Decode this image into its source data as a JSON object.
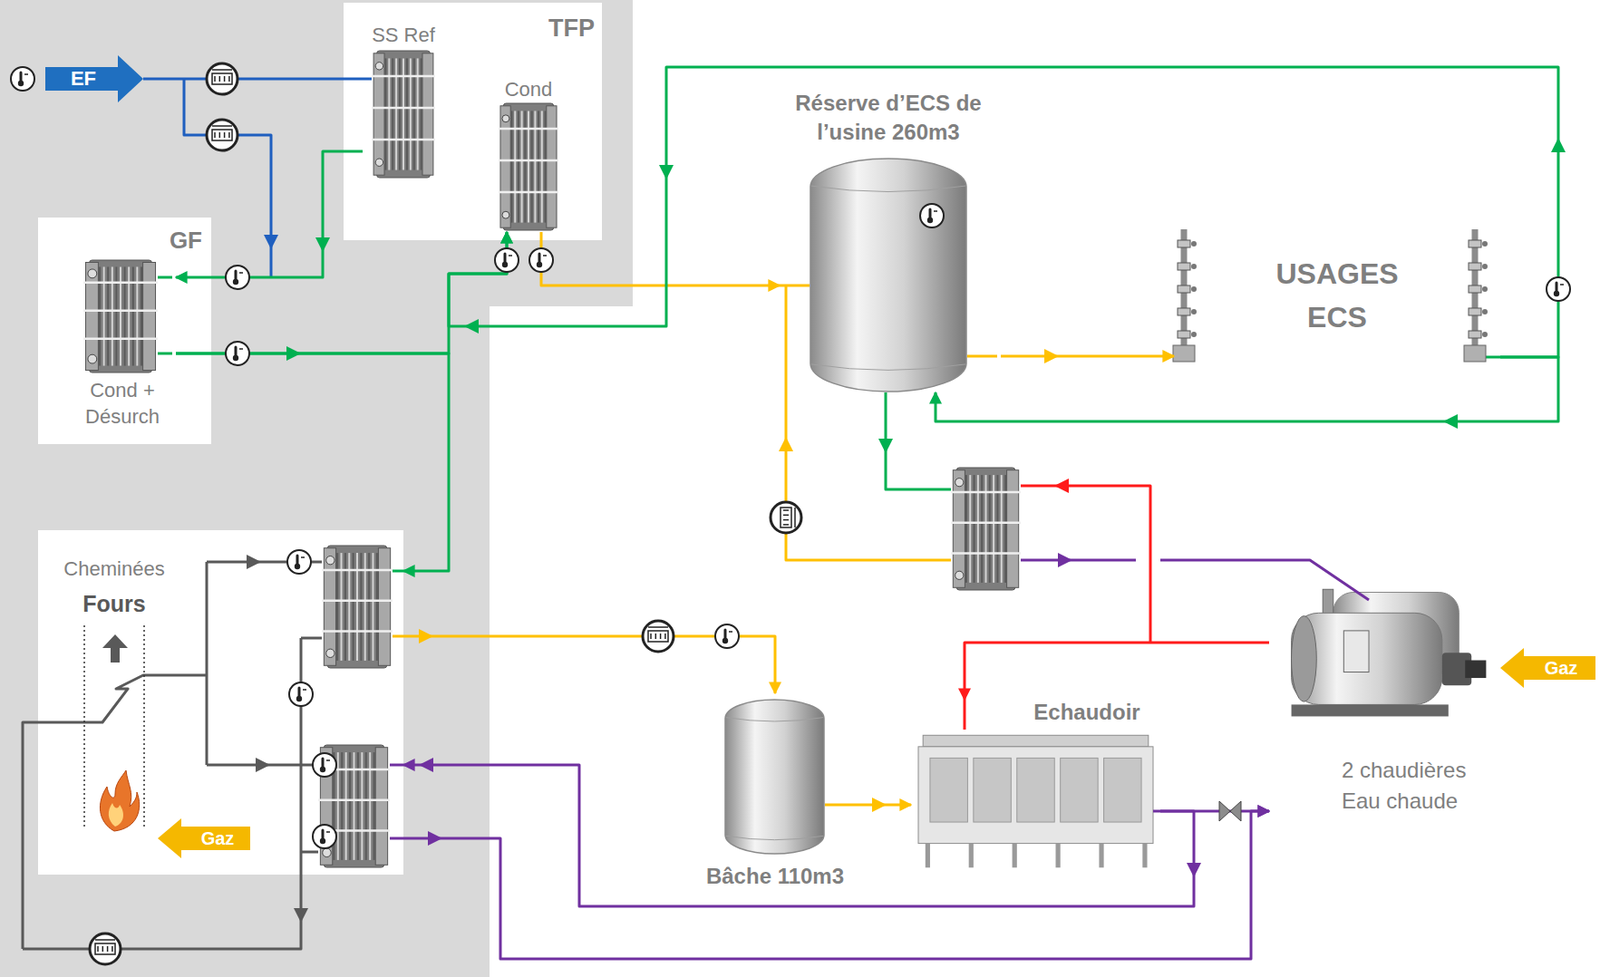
{
  "diagram": {
    "nodes": [
      {
        "text": [
          "TFP"
        ]
      },
      {
        "text": [
          "SS Ref"
        ],
        "in": 0
      },
      {
        "text": [
          "Cond"
        ],
        "in": 0
      },
      {
        "text": [
          "GF"
        ]
      },
      {
        "text": [
          "Cond + Désurch"
        ],
        "in": 3
      },
      {
        "text": [
          "Cheminées",
          "Fours"
        ]
      },
      {
        "text": [
          "Réserve d’ECS de l’usine 260m3"
        ]
      },
      {
        "text": [
          "USAGES ECS"
        ]
      },
      {
        "text": [
          "Bâche 110m3"
        ]
      },
      {
        "text": [
          "Echaudoir"
        ]
      },
      {
        "text": [
          "2 chaudières Eau chaude"
        ]
      }
    ],
    "edges": [
      {
        "from": 1,
        "to": 4,
        "arrow": "to"
      },
      {
        "from": 4,
        "to": 2,
        "arrow": "to"
      },
      {
        "from": 4,
        "to": 5,
        "arrow": "to"
      },
      {
        "from": 2,
        "to": 6,
        "arrow": "to"
      },
      {
        "from": 6,
        "to": 7,
        "arrow": "to"
      },
      {
        "from": 7,
        "to": 6,
        "arrow": "to"
      },
      {
        "from": 7,
        "to": 2,
        "arrow": "to"
      },
      {
        "from": 5,
        "to": 8,
        "arrow": "to"
      },
      {
        "from": 8,
        "to": 9,
        "arrow": "to"
      },
      {
        "from": 10,
        "to": 9,
        "arrow": "to"
      },
      {
        "from": 9,
        "to": 10,
        "arrow": "to"
      },
      {
        "from": 9,
        "to": 5,
        "arrow": "to"
      },
      {
        "from": 5,
        "to": 10,
        "arrow": "to"
      }
    ],
    "labels": [
      "EF",
      "Gaz",
      "Gaz"
    ]
  }
}
